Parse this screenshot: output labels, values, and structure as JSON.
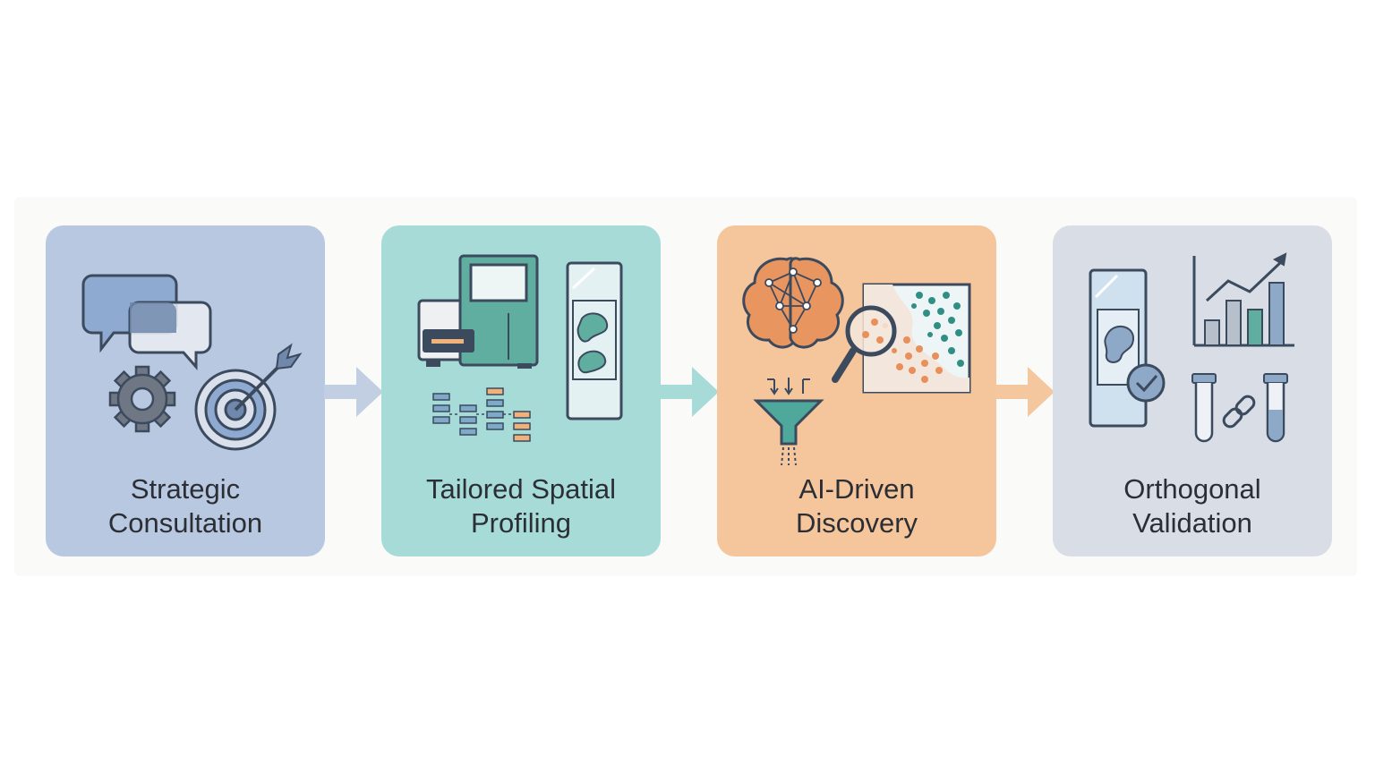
{
  "diagram": {
    "steps": [
      {
        "id": "strategic",
        "line1": "Strategic",
        "line2": "Consultation",
        "color": "#b8c8e0"
      },
      {
        "id": "tailored",
        "line1": "Tailored Spatial",
        "line2": "Profiling",
        "color": "#a7dbd8"
      },
      {
        "id": "ai",
        "line1": "AI-Driven",
        "line2": "Discovery",
        "color": "#f5c59b"
      },
      {
        "id": "validation",
        "line1": "Orthogonal",
        "line2": "Validation",
        "color": "#d8dde6"
      }
    ],
    "connector_colors": [
      "#c2cfe2",
      "#a7dbd8",
      "#f4c79e"
    ],
    "icons": {
      "step1": [
        "speech-bubbles-icon",
        "gear-icon",
        "target-icon"
      ],
      "step2": [
        "sequencer-instrument-icon",
        "tissue-slide-icon",
        "data-grid-icon"
      ],
      "step3": [
        "brain-network-icon",
        "cluster-map-icon",
        "magnifier-icon",
        "funnel-icon"
      ],
      "step4": [
        "validated-slide-icon",
        "trend-chart-icon",
        "test-tubes-link-icon"
      ]
    }
  }
}
